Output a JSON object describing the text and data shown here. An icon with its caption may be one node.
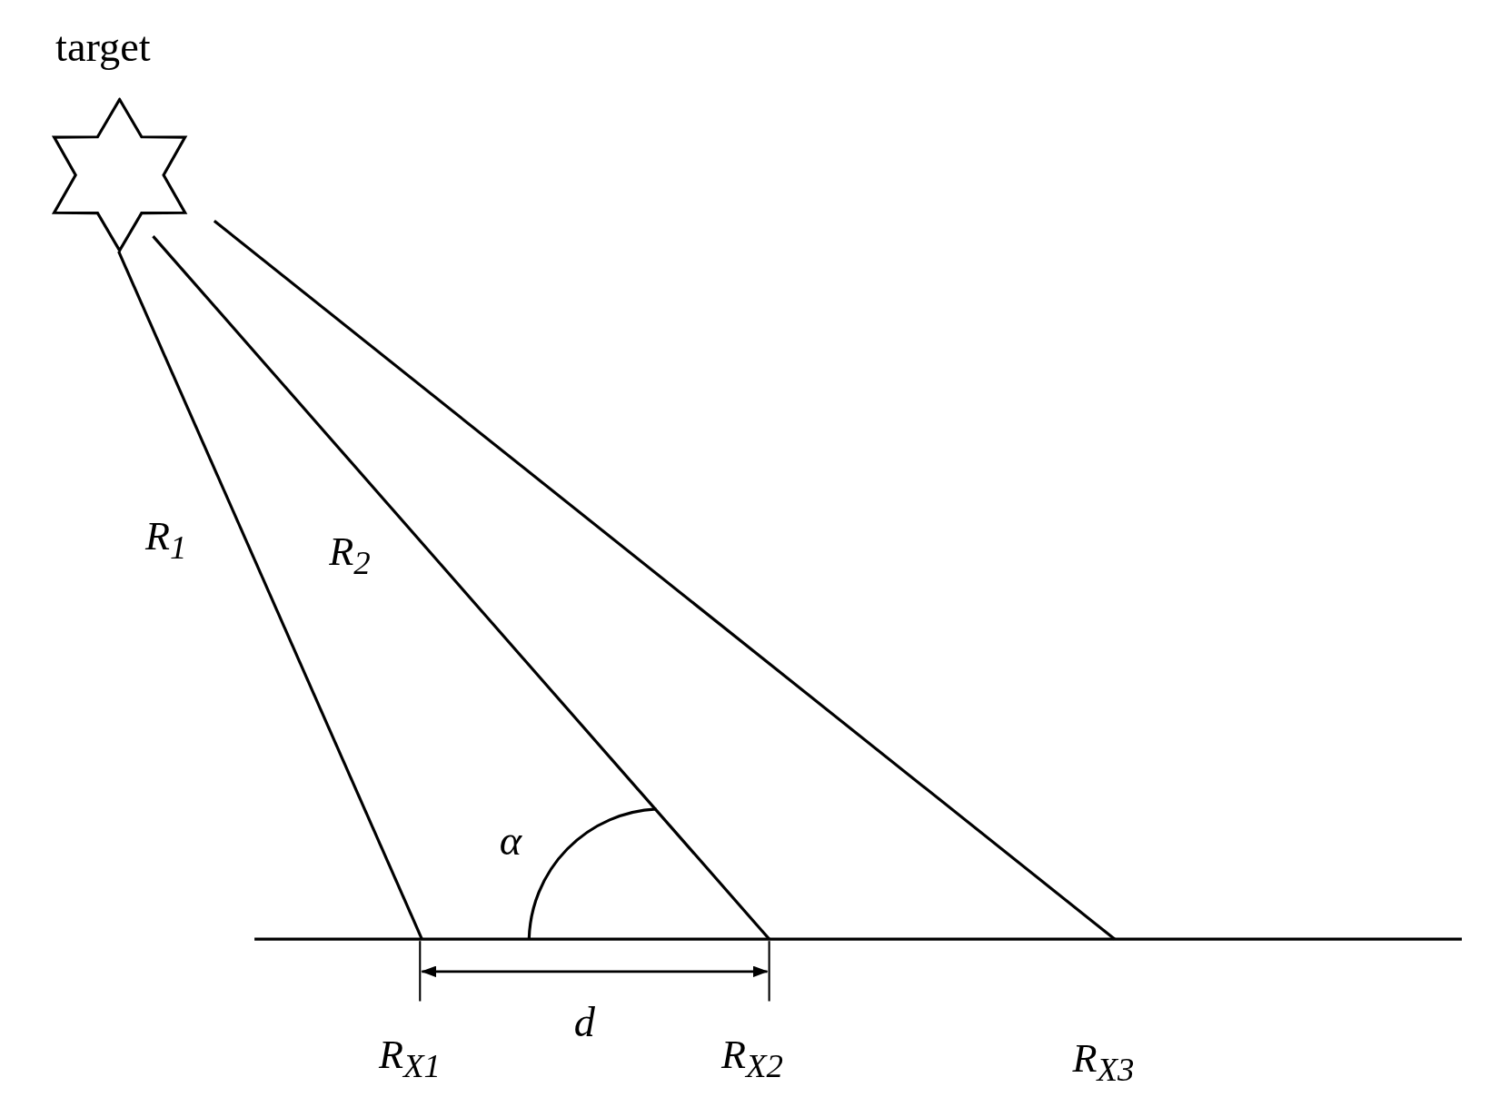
{
  "diagram": {
    "nodes": [
      {
        "text": [
          "target"
        ]
      },
      {
        "text": [
          "R$_{X1}$"
        ]
      },
      {
        "text": [
          "R$_{X2}$"
        ]
      },
      {
        "text": [
          "R$_{X3}$"
        ]
      }
    ],
    "edges": [
      {
        "from": 0,
        "to": 1,
        "arrow": "none",
        "label": "R$_{1}$"
      },
      {
        "from": 0,
        "to": 2,
        "arrow": "none",
        "label": "R$_{2}$"
      },
      {
        "from": 0,
        "to": 3,
        "arrow": "none"
      }
    ],
    "labels": [
      "α",
      "d"
    ]
  }
}
